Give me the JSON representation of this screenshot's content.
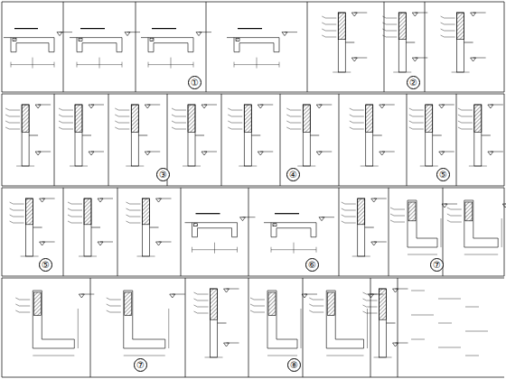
{
  "diagram": {
    "labels": [
      "①",
      "②",
      "③",
      "④",
      "⑤",
      "⑤",
      "⑥",
      "⑦",
      "⑦",
      "⑧"
    ]
  }
}
